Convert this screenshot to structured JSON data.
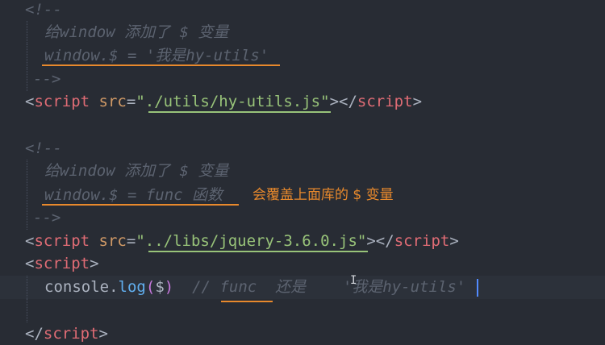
{
  "tokens": {
    "comment_open": "<!--",
    "comment_close": "-->",
    "tag_open": "<",
    "tag_close": ">",
    "end_tag_open": "</",
    "script": "script",
    "src": "src",
    "eq": "=",
    "q": "\""
  },
  "block1": {
    "note_text": "给window 添加了 $ 变量",
    "assign_text": "window.$ = '我是hy-utils'",
    "src_value": "./utils/hy-utils.js"
  },
  "block2": {
    "note_text": "给window 添加了 $ 变量",
    "assign_text": "window.$ = func 函数",
    "annotation": "会覆盖上面库的 $ 变量",
    "src_value": "../libs/jquery-3.6.0.js"
  },
  "block3": {
    "obj": "console",
    "dot": ".",
    "method": "log",
    "paren_open": "(",
    "arg": "$",
    "paren_close": ")",
    "comment_prefix": "// ",
    "comment_func": "func",
    "comment_rest": "  还是    '我是hy-utils'"
  },
  "colors": {
    "background": "#282c34",
    "annotation": "#e8892c",
    "tag": "#e06c75",
    "attribute": "#d19a66",
    "string": "#98c379",
    "function": "#61afef",
    "comment": "#5c6370",
    "caret": "#528bff"
  },
  "icons": {
    "text_cursor": "I"
  }
}
